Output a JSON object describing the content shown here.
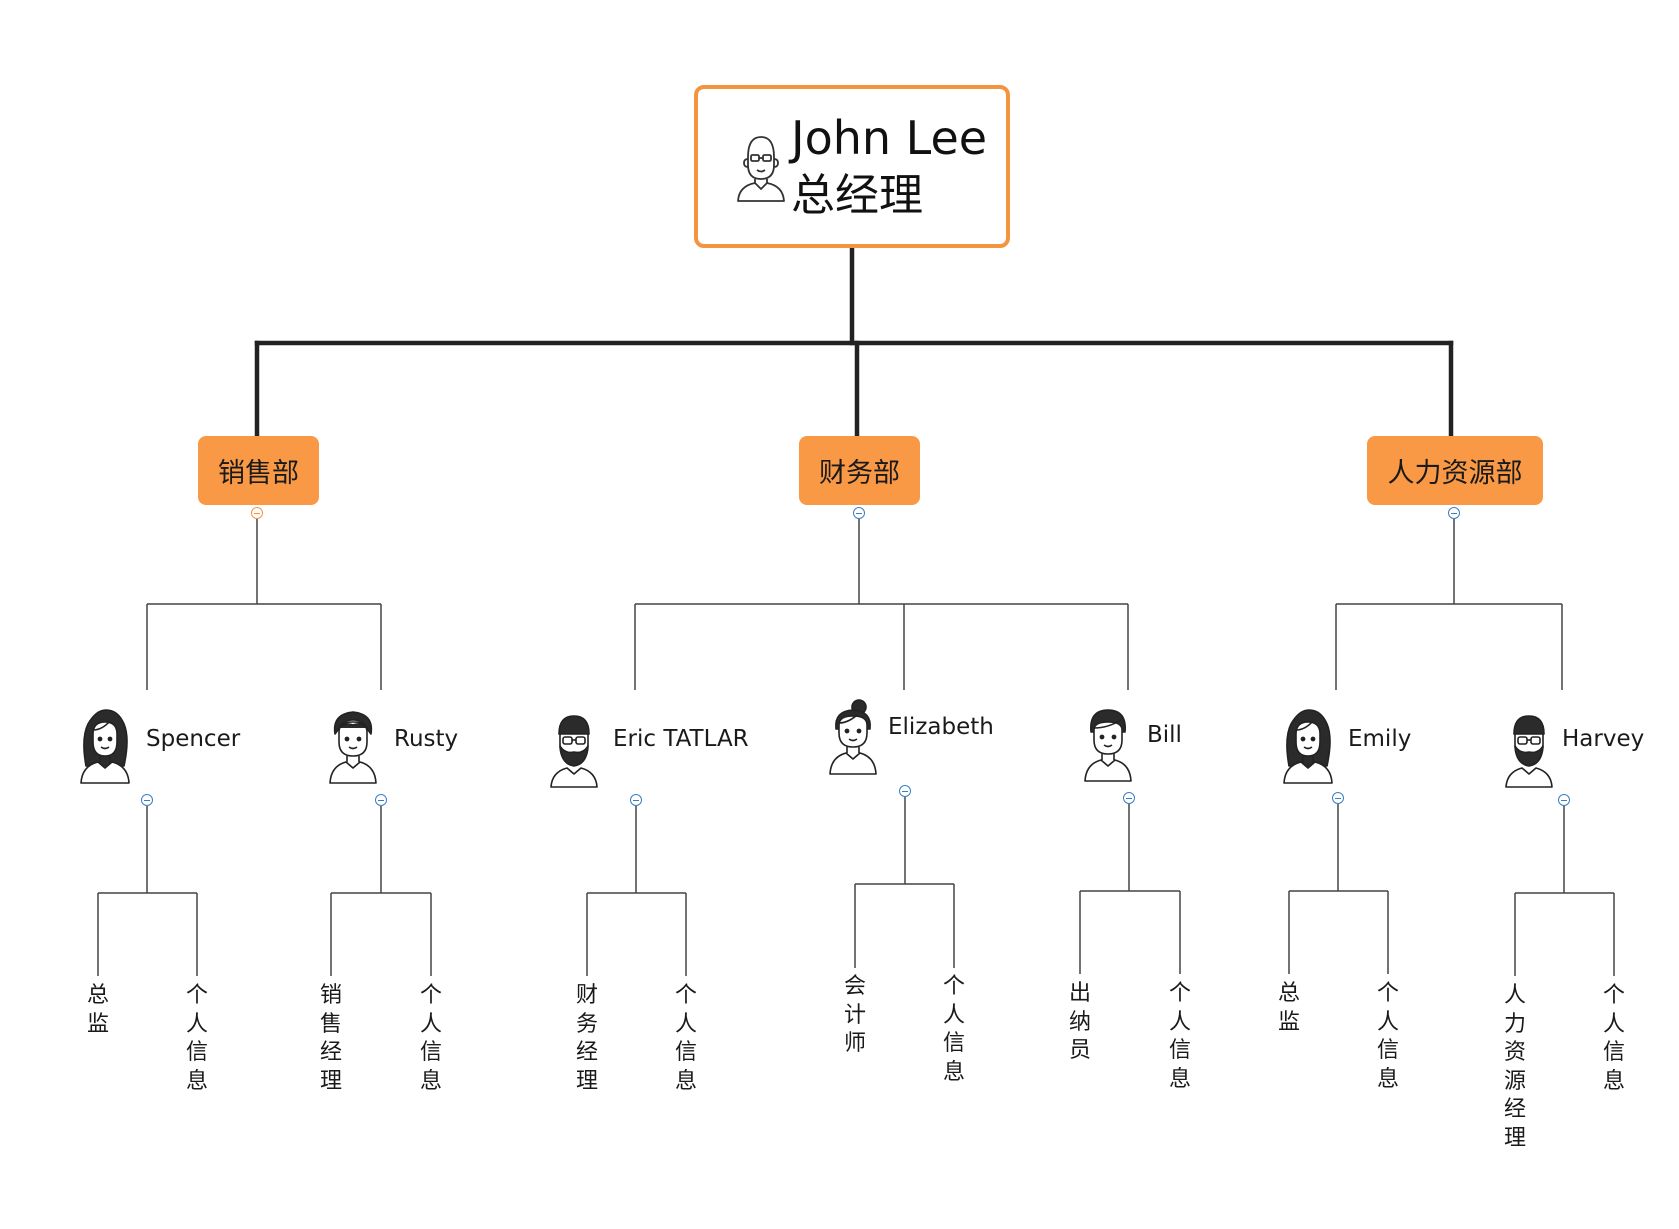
{
  "root": {
    "name": "John Lee",
    "title": "总经理"
  },
  "departments": [
    {
      "label": "销售部"
    },
    {
      "label": "财务部"
    },
    {
      "label": "人力资源部"
    }
  ],
  "people": [
    {
      "name": "Spencer",
      "avatar": "woman-long-hair-avatar",
      "details": [
        "总监",
        "个人信息"
      ]
    },
    {
      "name": "Rusty",
      "avatar": "man-curly-hair-avatar",
      "details": [
        "销售经理",
        "个人信息"
      ]
    },
    {
      "name": "Eric TATLAR",
      "avatar": "bearded-man-glasses-avatar",
      "details": [
        "财务经理",
        "个人信息"
      ]
    },
    {
      "name": "Elizabeth",
      "avatar": "woman-bun-hair-avatar",
      "details": [
        "会计师",
        "个人信息"
      ]
    },
    {
      "name": "Bill",
      "avatar": "man-short-hair-avatar",
      "details": [
        "出纳员",
        "个人信息"
      ]
    },
    {
      "name": "Emily",
      "avatar": "woman-long-hair-avatar",
      "details": [
        "总监",
        "个人信息"
      ]
    },
    {
      "name": "Harvey",
      "avatar": "bearded-man-glasses-avatar",
      "details": [
        "人力资源经理",
        "个人信息"
      ]
    }
  ],
  "colors": {
    "accent": "#f99945",
    "accent_border": "#f5943f",
    "toggle": "#3a7fc4",
    "line": "#222222"
  }
}
